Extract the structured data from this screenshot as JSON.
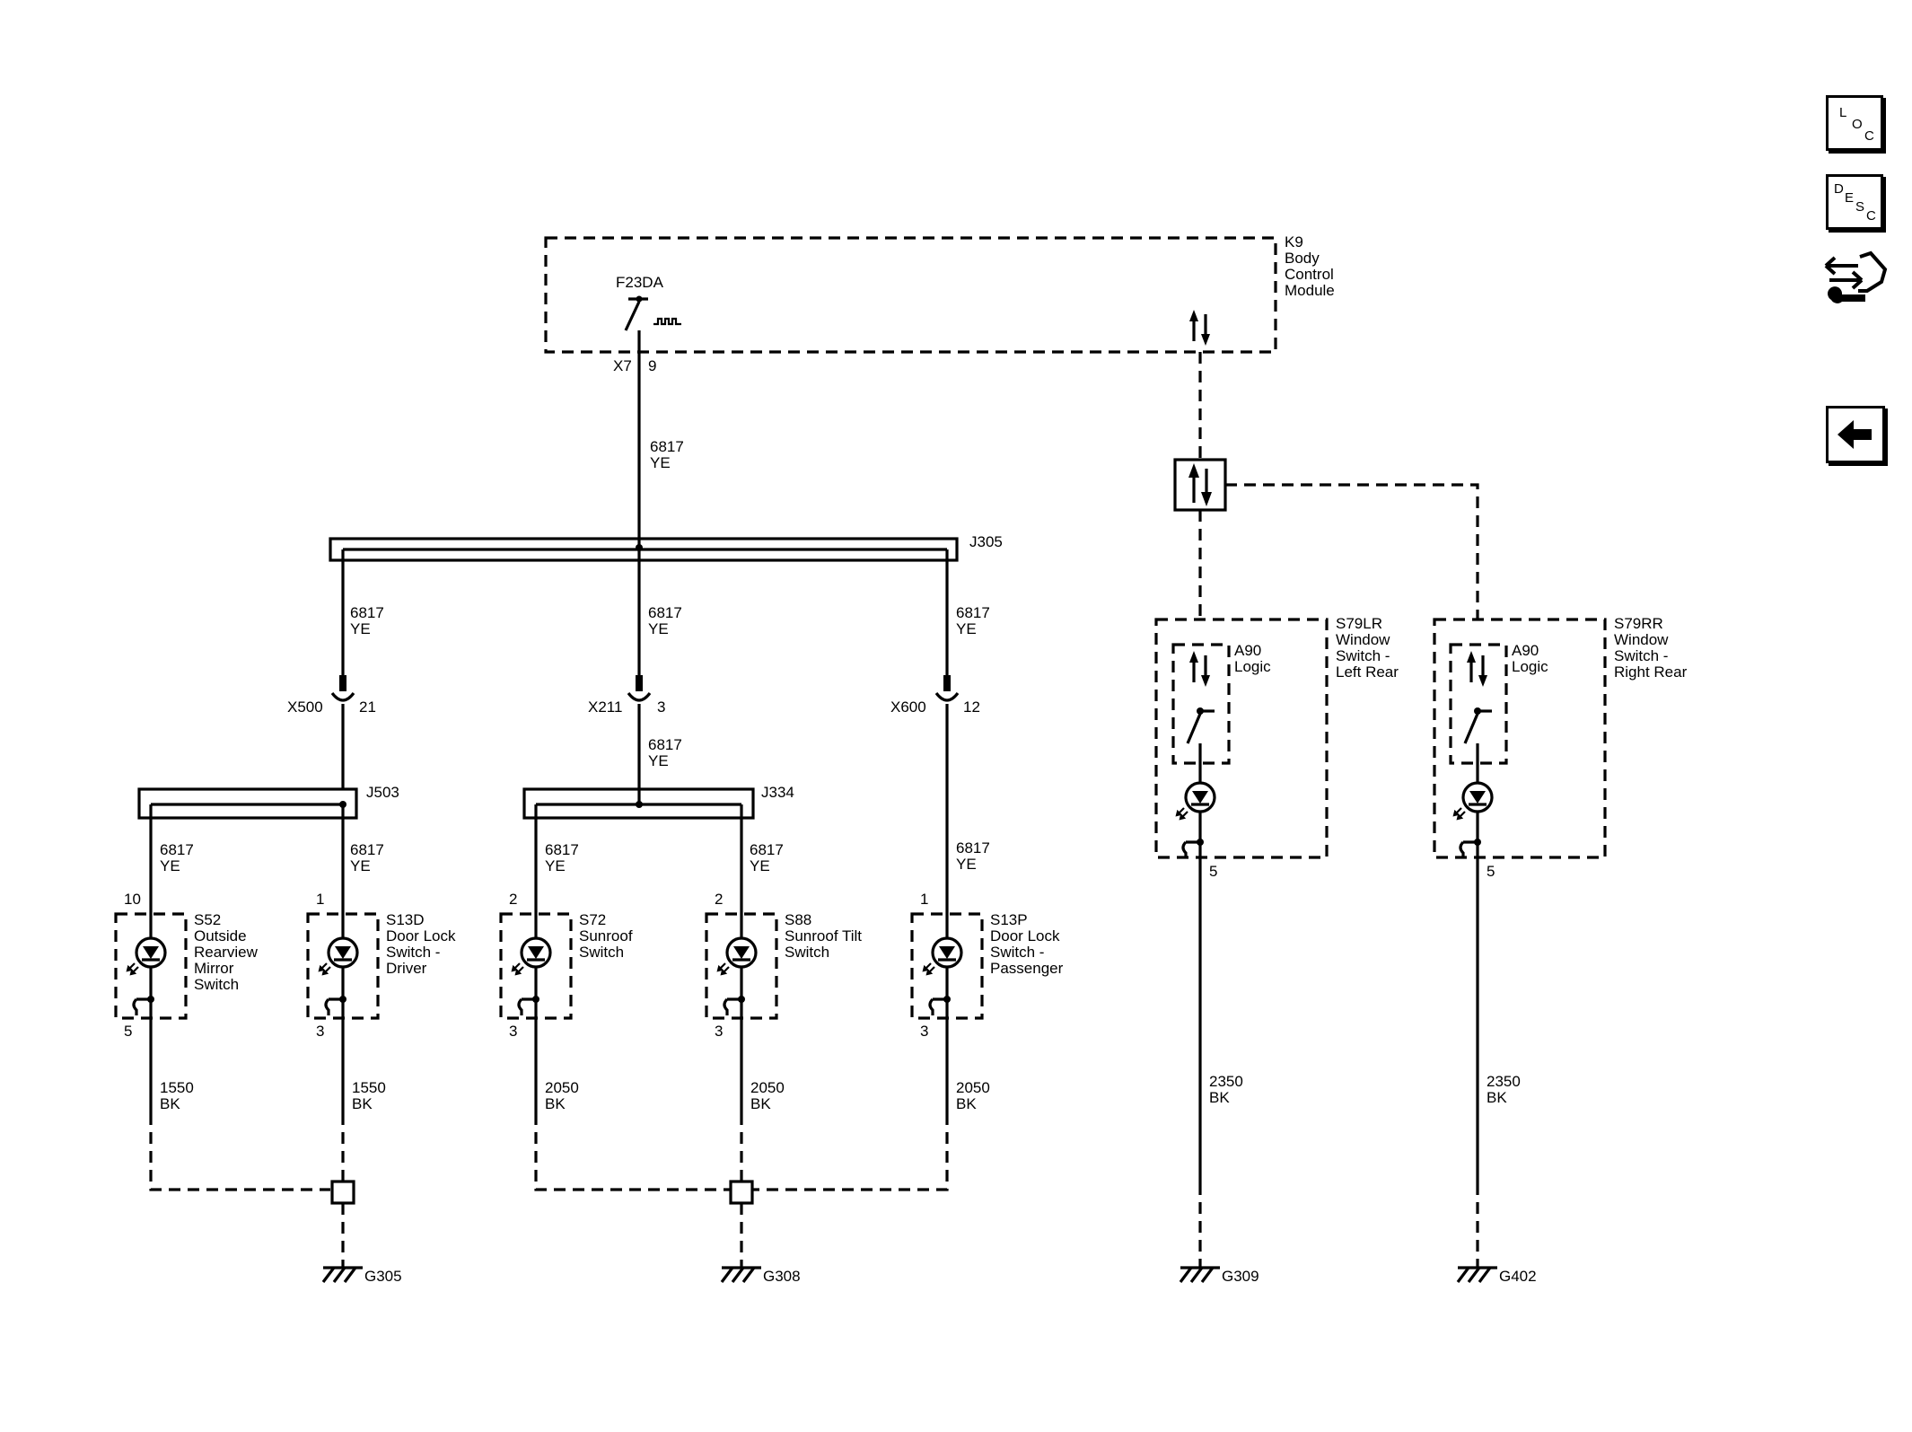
{
  "module": {
    "id": "K9",
    "name_lines": [
      "Body",
      "Control",
      "Module"
    ],
    "fuse": "F23DA",
    "connector": "X7",
    "pin": "9"
  },
  "feed_circuit": {
    "number": "6817",
    "color": "YE"
  },
  "splices": {
    "main": "J305",
    "left": "J503",
    "mid": "J334"
  },
  "inline_connectors": [
    {
      "id": "X500",
      "pin": "21"
    },
    {
      "id": "X211",
      "pin": "3"
    },
    {
      "id": "X600",
      "pin": "12"
    }
  ],
  "wire_labels": {
    "circuit": "6817",
    "color": "YE"
  },
  "switches": [
    {
      "id": "S52",
      "name_lines": [
        "Outside",
        "Rearview",
        "Mirror",
        "Switch"
      ],
      "in_pin": "10",
      "out_pin": "5",
      "ground_circuit": "1550",
      "ground_color": "BK"
    },
    {
      "id": "S13D",
      "name_lines": [
        "Door Lock",
        "Switch -",
        "Driver"
      ],
      "in_pin": "1",
      "out_pin": "3",
      "ground_circuit": "1550",
      "ground_color": "BK"
    },
    {
      "id": "S72",
      "name_lines": [
        "Sunroof",
        "Switch"
      ],
      "in_pin": "2",
      "out_pin": "3",
      "ground_circuit": "2050",
      "ground_color": "BK"
    },
    {
      "id": "S88",
      "name_lines": [
        "Sunroof Tilt",
        "Switch"
      ],
      "in_pin": "2",
      "out_pin": "3",
      "ground_circuit": "2050",
      "ground_color": "BK"
    },
    {
      "id": "S13P",
      "name_lines": [
        "Door Lock",
        "Switch -",
        "Passenger"
      ],
      "in_pin": "1",
      "out_pin": "3",
      "ground_circuit": "2050",
      "ground_color": "BK"
    }
  ],
  "window_switches": [
    {
      "id": "S79LR",
      "name_lines": [
        "Window",
        "Switch -",
        "Left Rear"
      ],
      "logic_lines": [
        "A90",
        "Logic"
      ],
      "out_pin": "5",
      "ground_circuit": "2350",
      "ground_color": "BK",
      "ground": "G309"
    },
    {
      "id": "S79RR",
      "name_lines": [
        "Window",
        "Switch -",
        "Right Rear"
      ],
      "logic_lines": [
        "A90",
        "Logic"
      ],
      "out_pin": "5",
      "ground_circuit": "2350",
      "ground_color": "BK",
      "ground": "G402"
    }
  ],
  "grounds": [
    "G305",
    "G308",
    "G309",
    "G402"
  ],
  "nav": {
    "loc": [
      "L",
      "O",
      "C"
    ],
    "desc": [
      "D",
      "E",
      "S",
      "C"
    ],
    "diag_icon": "diagnostic-wrench-icon",
    "back_icon": "back-arrow-icon"
  }
}
